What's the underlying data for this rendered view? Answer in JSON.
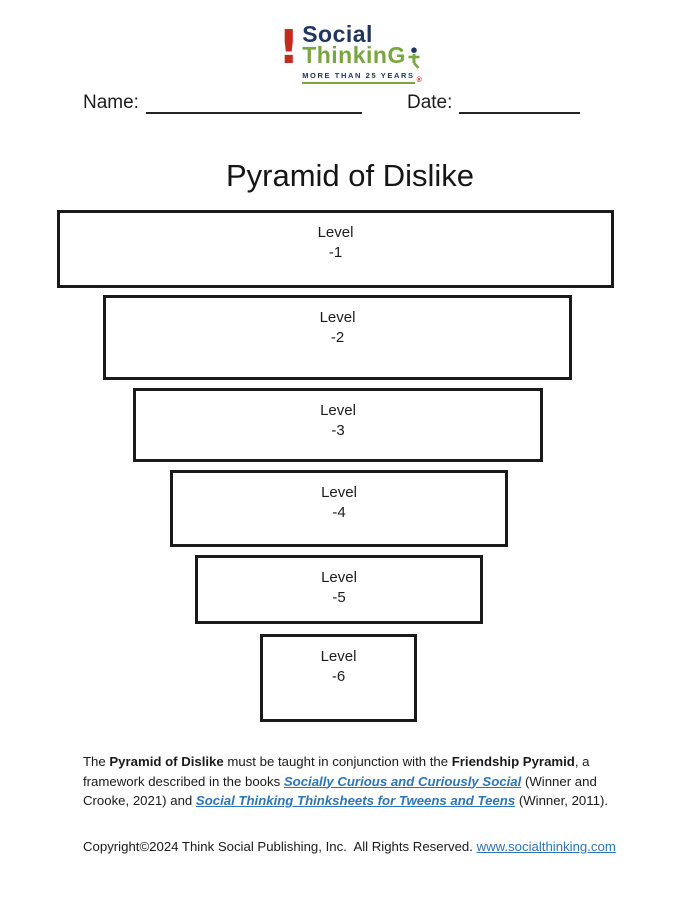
{
  "logo": {
    "exclamation": "!",
    "line1": "Social",
    "line2": "ThinkinG",
    "tagline": "MORE THAN 25 YEARS",
    "registered": "®"
  },
  "form": {
    "name_label": "Name:",
    "date_label": "Date:"
  },
  "title": "Pyramid of Dislike",
  "pyramid": {
    "levels": [
      {
        "label": "Level",
        "value": "-1"
      },
      {
        "label": "Level",
        "value": "-2"
      },
      {
        "label": "Level",
        "value": "-3"
      },
      {
        "label": "Level",
        "value": "-4"
      },
      {
        "label": "Level",
        "value": "-5"
      },
      {
        "label": "Level",
        "value": "-6"
      }
    ]
  },
  "footer": {
    "seg1": "The ",
    "bold1": "Pyramid of Dislike",
    "seg2": " must be taught in conjunction with the ",
    "bold2": "Friendship Pyramid",
    "seg3": ", a framework described in the books ",
    "link1": "Socially Curious and Curiously Social",
    "seg4": " (Winner and Crooke, 2021) and ",
    "link2": "Social Thinking Thinksheets for Tweens and Teens",
    "seg5": " (Winner, 2011)."
  },
  "copyright": {
    "text": "Copyright©2024 Think Social Publishing, Inc.  All Rights Reserved. ",
    "link": "www.socialthinking.com"
  },
  "colors": {
    "navy": "#21365f",
    "green": "#79a63f",
    "red": "#c32b22",
    "link_blue": "#2e75b6"
  }
}
